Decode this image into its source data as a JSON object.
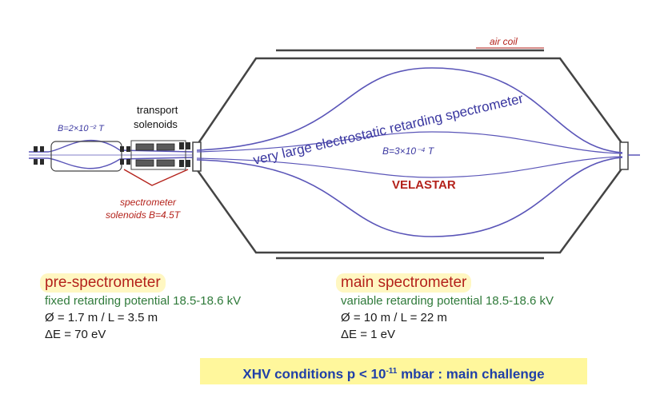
{
  "diagram": {
    "air_coil_label": "air coil",
    "pre_field_label": "B=2×10⁻² T",
    "transport_label": [
      "transport",
      "solenoids"
    ],
    "spectrometer_solenoids_label": [
      "spectrometer",
      "solenoids B=4.5T"
    ],
    "vessel_label": "very large electrostatic retarding spectrometer",
    "main_field_label": "B=3×10⁻⁴ T",
    "name_label": "VELASTAR"
  },
  "pre": {
    "title": "pre-spectrometer",
    "line1": "fixed retarding potential 18.5-18.6 kV",
    "line2": "Ø = 1.7 m / L = 3.5 m",
    "line3": "ΔE = 70 eV"
  },
  "main": {
    "title": "main spectrometer",
    "line1": "variable retarding potential 18.5-18.6 kV",
    "line2": "Ø = 10 m / L = 22 m",
    "line3": "ΔE = 1 eV"
  },
  "challenge": {
    "before": "XHV conditions p < 10",
    "exponent": "-11",
    "after": " mbar : main challenge"
  },
  "colors": {
    "field_lines": "#5a55b8",
    "vessel": "#444444",
    "red_text": "#b4221b",
    "green_text": "#2f7a3a",
    "blue_text": "#1f3fa8",
    "highlight": "#fff79c"
  }
}
